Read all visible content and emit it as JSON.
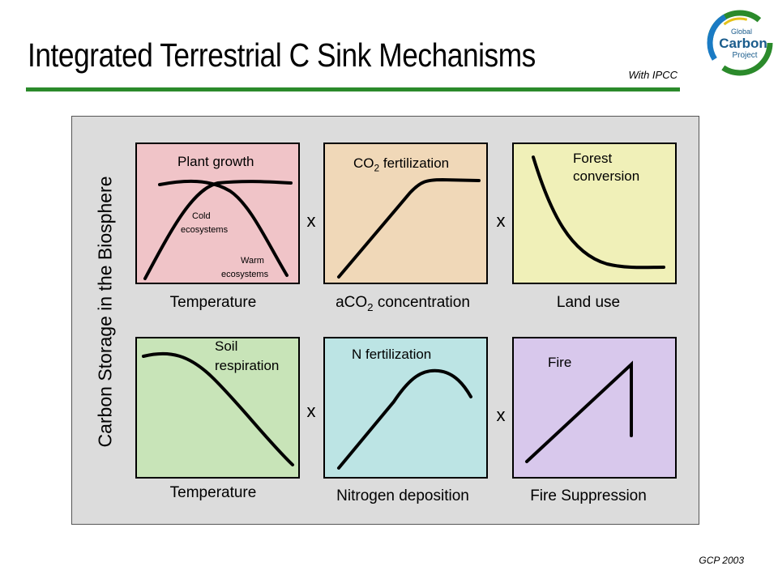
{
  "header": {
    "title": "Integrated Terrestrial C Sink Mechanisms",
    "subtitle_note": "With IPCC",
    "logo": {
      "line1": "Global",
      "line2": "Carbon",
      "line3": "Project"
    }
  },
  "footer": {
    "credit": "GCP 2003"
  },
  "y_axis_label": "Carbon Storage in the Biosphere",
  "multiplier_symbol": "x",
  "colors": {
    "pink": "#f0c4c8",
    "tan": "#f0d8b8",
    "yellow": "#f0f0b8",
    "green": "#c8e4b8",
    "cyan": "#bce4e4",
    "lavender": "#d8c8ec",
    "accent_rule": "#2b8a2b"
  },
  "panels": {
    "plant_growth": {
      "title": "Plant growth",
      "cold_label_1": "Cold",
      "cold_label_2": "ecosystems",
      "warm_label_1": "Warm",
      "warm_label_2": "ecosystems",
      "xlabel": "Temperature"
    },
    "co2": {
      "title_main": "CO",
      "title_sub": "2",
      "title_rest": " fertilization",
      "xlabel_pre": "aCO",
      "xlabel_sub": "2",
      "xlabel_post": " concentration"
    },
    "forest": {
      "title_1": "Forest",
      "title_2": "conversion",
      "xlabel": "Land use"
    },
    "soil": {
      "title_1": "Soil",
      "title_2": "respiration",
      "xlabel": "Temperature"
    },
    "nitrogen": {
      "title": "N fertilization",
      "xlabel": "Nitrogen deposition"
    },
    "fire": {
      "title": "Fire",
      "xlabel": "Fire Suppression"
    }
  }
}
